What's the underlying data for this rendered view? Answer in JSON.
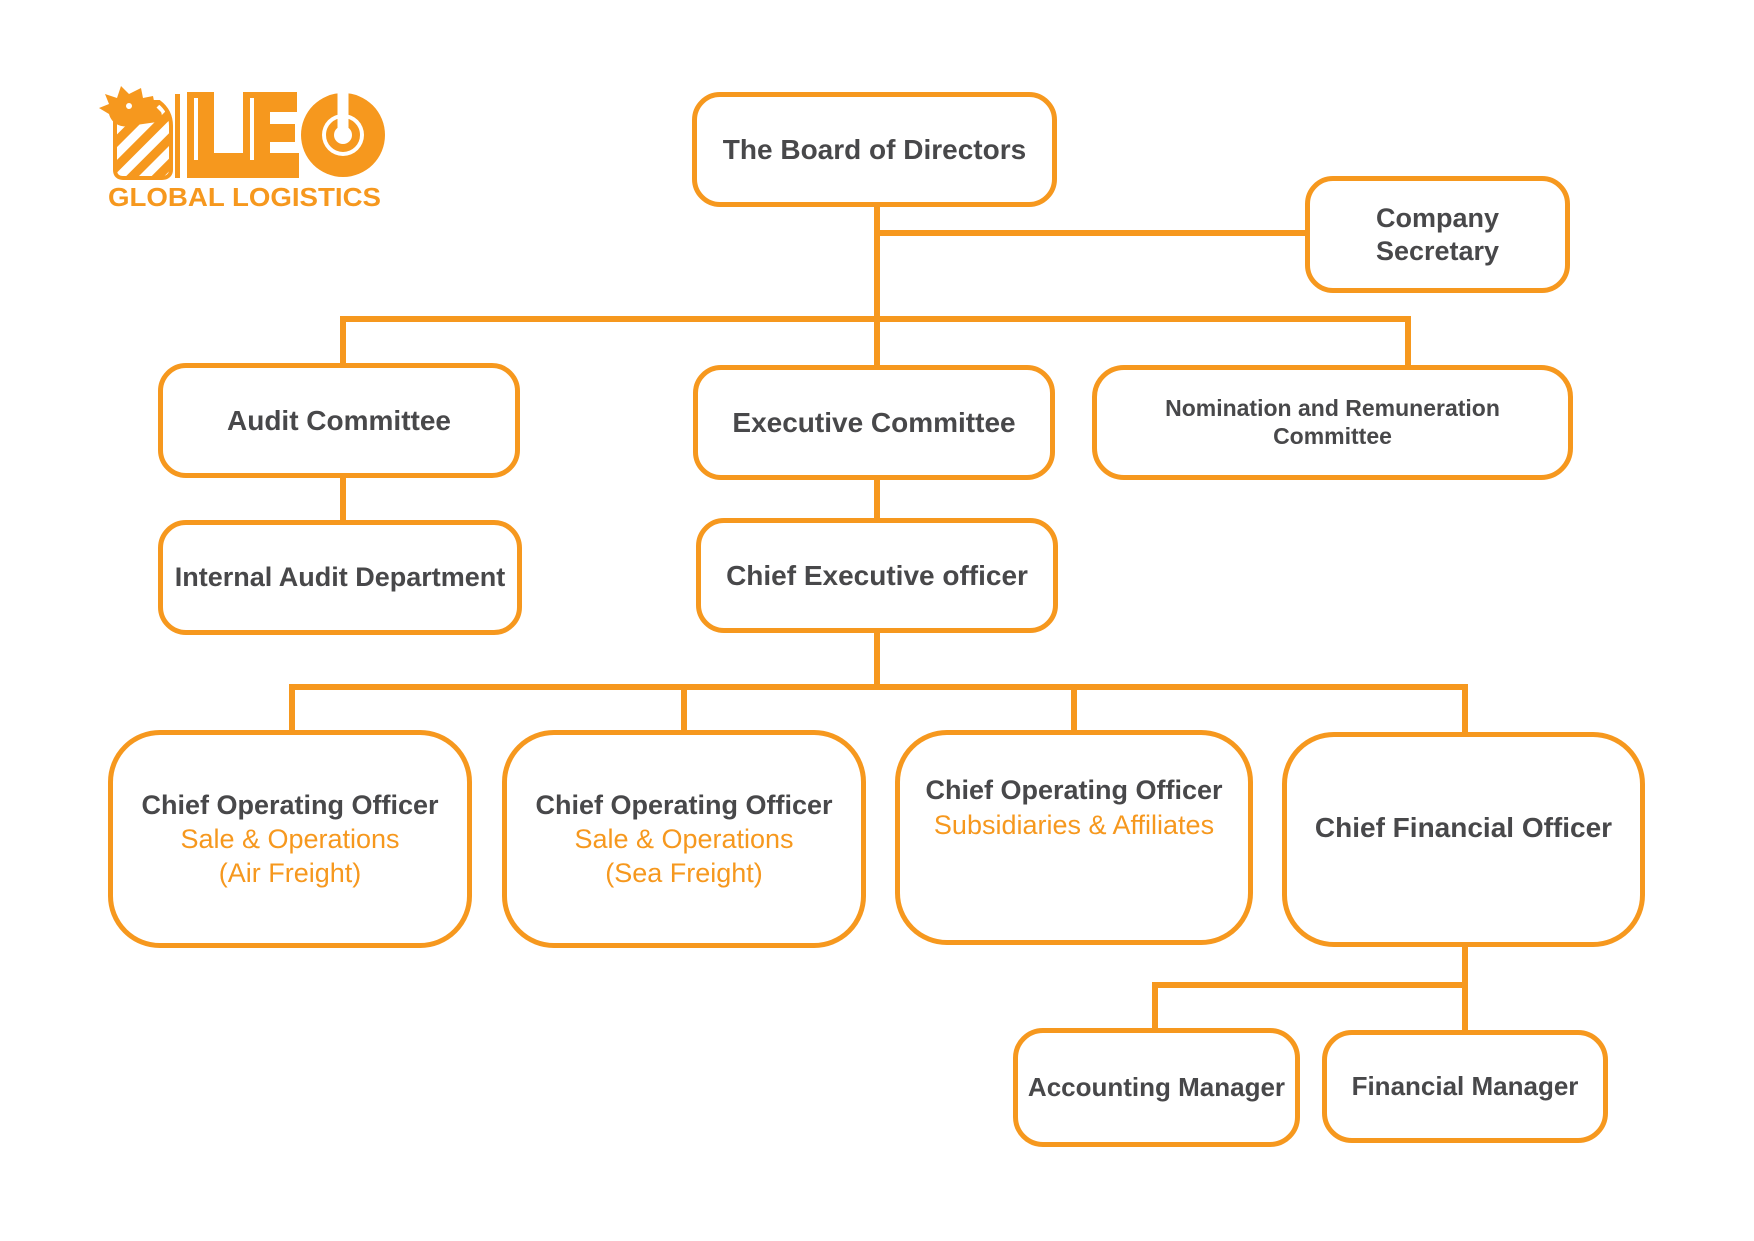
{
  "logo": {
    "brand": "LEO",
    "tagline": "GLOBAL LOGISTICS"
  },
  "colors": {
    "orange": "#F6981E",
    "text_gray": "#48484A",
    "background": "#FFFFFF"
  },
  "org": {
    "board": {
      "label": "The Board of Directors"
    },
    "company_secretary": {
      "label": "Company Secretary"
    },
    "audit_committee": {
      "label": "Audit Committee"
    },
    "executive_committee": {
      "label": "Executive Committee"
    },
    "nomination_committee": {
      "label": "Nomination and Remuneration Committee"
    },
    "internal_audit": {
      "label": "Internal Audit Department"
    },
    "ceo": {
      "label": "Chief Executive officer"
    },
    "coo_air": {
      "title": "Chief Operating Officer",
      "line2": "Sale & Operations",
      "line3": "(Air Freight)"
    },
    "coo_sea": {
      "title": "Chief Operating Officer",
      "line2": "Sale & Operations",
      "line3": "(Sea Freight)"
    },
    "coo_subsidiaries": {
      "title": "Chief Operating Officer",
      "line2": "Subsidiaries & Affiliates"
    },
    "cfo": {
      "label": "Chief Financial Officer"
    },
    "accounting_manager": {
      "label": "Accounting Manager"
    },
    "financial_manager": {
      "label": "Financial Manager"
    }
  }
}
